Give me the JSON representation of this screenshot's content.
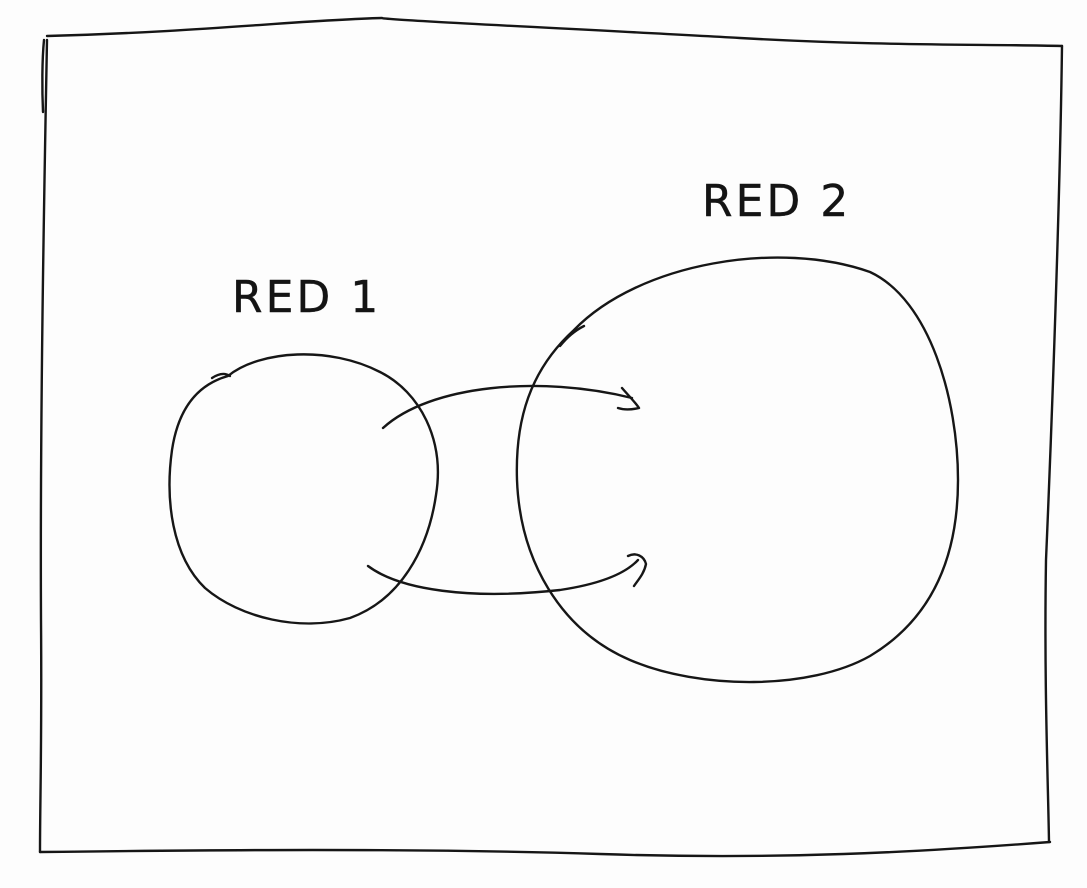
{
  "diagram": {
    "nodes": [
      {
        "id": "red1",
        "label": "RED 1"
      },
      {
        "id": "red2",
        "label": "RED 2"
      }
    ],
    "edges": [
      {
        "from": "red1",
        "to": "red2",
        "label": ""
      },
      {
        "from": "red1",
        "to": "red2",
        "label": ""
      }
    ],
    "colors": {
      "ink": "#161616",
      "paper": "#fdfdfd"
    }
  }
}
